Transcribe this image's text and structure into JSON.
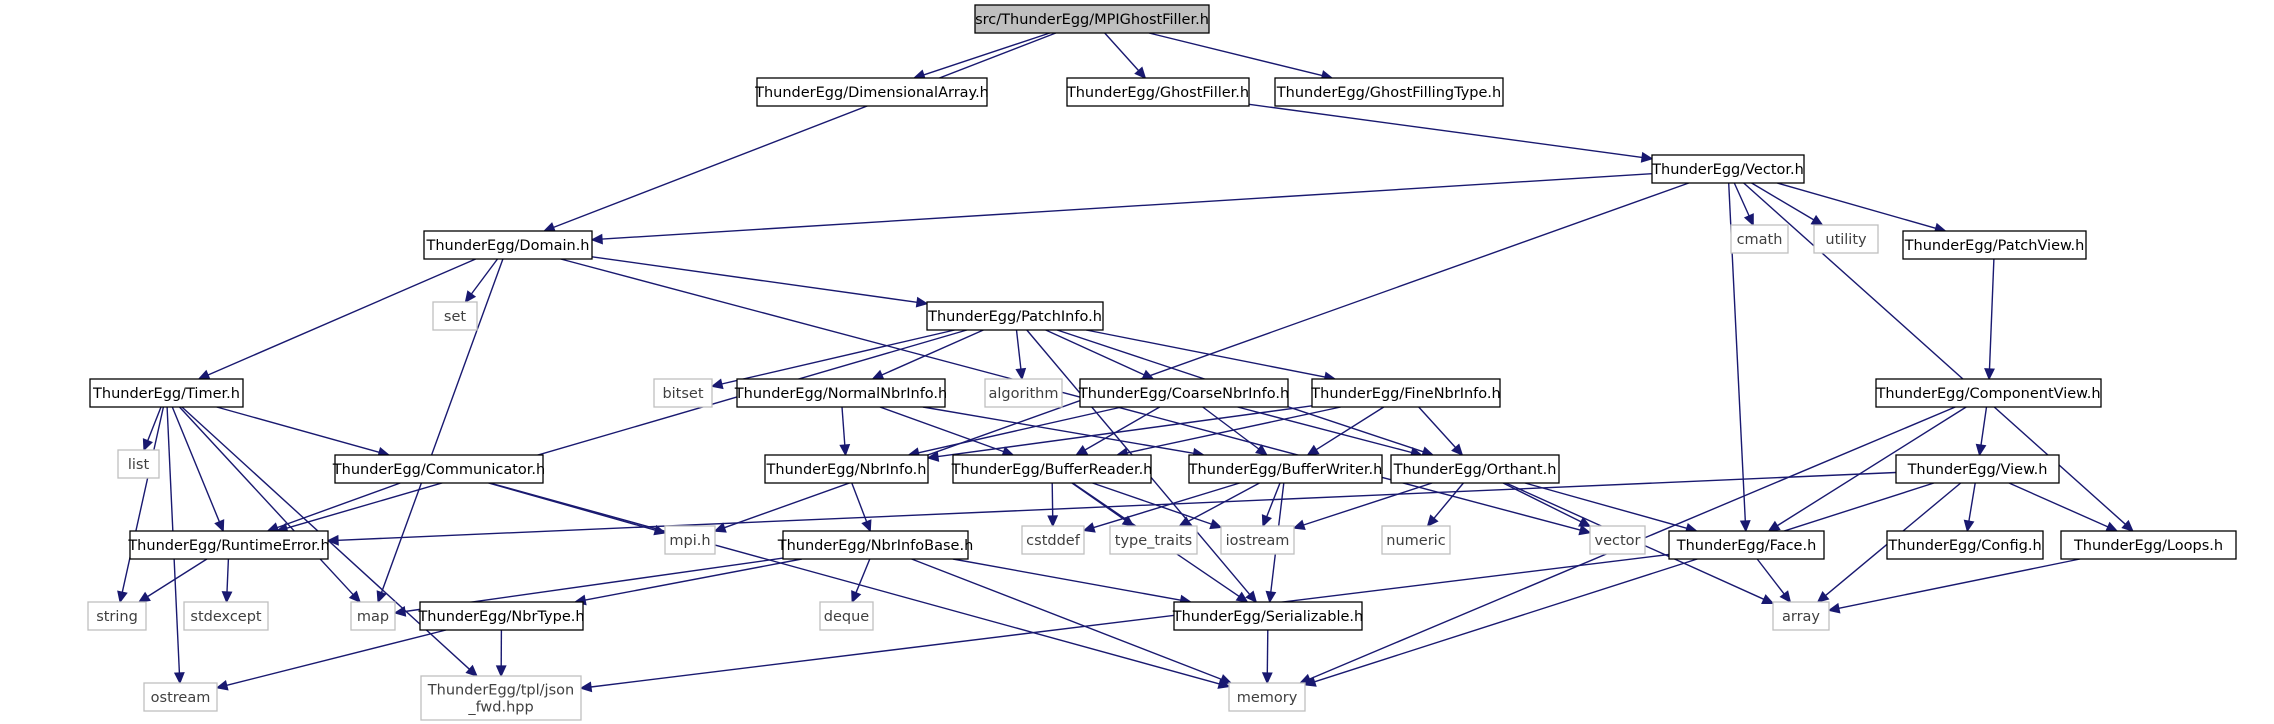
{
  "colors": {
    "edge": "#191970",
    "root_fill": "#bfbfbf",
    "external_border": "#bfbfbf",
    "node_border": "#000000"
  },
  "nodes": [
    {
      "id": "mpighost",
      "label": "src/ThunderEgg/MPIGhostFiller.h",
      "kind": "root"
    },
    {
      "id": "dimarray",
      "label": "ThunderEgg/DimensionalArray.h",
      "kind": "header"
    },
    {
      "id": "ghostfiller",
      "label": "ThunderEgg/GhostFiller.h",
      "kind": "header"
    },
    {
      "id": "ghostfilltype",
      "label": "ThunderEgg/GhostFillingType.h",
      "kind": "header"
    },
    {
      "id": "vector_h",
      "label": "ThunderEgg/Vector.h",
      "kind": "header"
    },
    {
      "id": "domain",
      "label": "ThunderEgg/Domain.h",
      "kind": "header"
    },
    {
      "id": "cmath",
      "label": "cmath",
      "kind": "external"
    },
    {
      "id": "utility",
      "label": "utility",
      "kind": "external"
    },
    {
      "id": "patchview",
      "label": "ThunderEgg/PatchView.h",
      "kind": "header"
    },
    {
      "id": "set",
      "label": "set",
      "kind": "external"
    },
    {
      "id": "patchinfo",
      "label": "ThunderEgg/PatchInfo.h",
      "kind": "header"
    },
    {
      "id": "timer",
      "label": "ThunderEgg/Timer.h",
      "kind": "header"
    },
    {
      "id": "bitset",
      "label": "bitset",
      "kind": "external"
    },
    {
      "id": "normalnbr",
      "label": "ThunderEgg/NormalNbrInfo.h",
      "kind": "header"
    },
    {
      "id": "algorithm",
      "label": "algorithm",
      "kind": "external"
    },
    {
      "id": "coarsenbr",
      "label": "ThunderEgg/CoarseNbrInfo.h",
      "kind": "header"
    },
    {
      "id": "finenbr",
      "label": "ThunderEgg/FineNbrInfo.h",
      "kind": "header"
    },
    {
      "id": "componentview",
      "label": "ThunderEgg/ComponentView.h",
      "kind": "header"
    },
    {
      "id": "list",
      "label": "list",
      "kind": "external"
    },
    {
      "id": "communicator",
      "label": "ThunderEgg/Communicator.h",
      "kind": "header"
    },
    {
      "id": "nbrinfo",
      "label": "ThunderEgg/NbrInfo.h",
      "kind": "header"
    },
    {
      "id": "bufreader",
      "label": "ThunderEgg/BufferReader.h",
      "kind": "header"
    },
    {
      "id": "bufwriter",
      "label": "ThunderEgg/BufferWriter.h",
      "kind": "header"
    },
    {
      "id": "orthant",
      "label": "ThunderEgg/Orthant.h",
      "kind": "header"
    },
    {
      "id": "view",
      "label": "ThunderEgg/View.h",
      "kind": "header"
    },
    {
      "id": "runtimeerror",
      "label": "ThunderEgg/RuntimeError.h",
      "kind": "header"
    },
    {
      "id": "mpi",
      "label": "mpi.h",
      "kind": "external"
    },
    {
      "id": "nbrinfobase",
      "label": "ThunderEgg/NbrInfoBase.h",
      "kind": "header"
    },
    {
      "id": "cstddef",
      "label": "cstddef",
      "kind": "external"
    },
    {
      "id": "typetraits",
      "label": "type_traits",
      "kind": "external"
    },
    {
      "id": "iostream",
      "label": "iostream",
      "kind": "external"
    },
    {
      "id": "numeric",
      "label": "numeric",
      "kind": "external"
    },
    {
      "id": "vector_std",
      "label": "vector",
      "kind": "external"
    },
    {
      "id": "face",
      "label": "ThunderEgg/Face.h",
      "kind": "header"
    },
    {
      "id": "config",
      "label": "ThunderEgg/Config.h",
      "kind": "header"
    },
    {
      "id": "loops",
      "label": "ThunderEgg/Loops.h",
      "kind": "header"
    },
    {
      "id": "string",
      "label": "string",
      "kind": "external"
    },
    {
      "id": "stdexcept",
      "label": "stdexcept",
      "kind": "external"
    },
    {
      "id": "map",
      "label": "map",
      "kind": "external"
    },
    {
      "id": "nbrtype",
      "label": "ThunderEgg/NbrType.h",
      "kind": "header"
    },
    {
      "id": "deque",
      "label": "deque",
      "kind": "external"
    },
    {
      "id": "serializable",
      "label": "ThunderEgg/Serializable.h",
      "kind": "header"
    },
    {
      "id": "array",
      "label": "array",
      "kind": "external"
    },
    {
      "id": "ostream",
      "label": "ostream",
      "kind": "external"
    },
    {
      "id": "jsonfwd",
      "label": "ThunderEgg/tpl/json\n_fwd.hpp",
      "kind": "external"
    },
    {
      "id": "memory",
      "label": "memory",
      "kind": "external"
    }
  ],
  "edges": [
    [
      "mpighost",
      "dimarray"
    ],
    [
      "mpighost",
      "ghostfiller"
    ],
    [
      "mpighost",
      "ghostfilltype"
    ],
    [
      "mpighost",
      "domain"
    ],
    [
      "ghostfiller",
      "vector_h"
    ],
    [
      "vector_h",
      "domain"
    ],
    [
      "vector_h",
      "cmath"
    ],
    [
      "vector_h",
      "utility"
    ],
    [
      "vector_h",
      "patchview"
    ],
    [
      "vector_h",
      "mpi"
    ],
    [
      "vector_h",
      "face"
    ],
    [
      "vector_h",
      "loops"
    ],
    [
      "domain",
      "set"
    ],
    [
      "domain",
      "patchinfo"
    ],
    [
      "domain",
      "timer"
    ],
    [
      "domain",
      "map"
    ],
    [
      "domain",
      "vector_std"
    ],
    [
      "patchinfo",
      "bitset"
    ],
    [
      "patchinfo",
      "normalnbr"
    ],
    [
      "patchinfo",
      "algorithm"
    ],
    [
      "patchinfo",
      "coarsenbr"
    ],
    [
      "patchinfo",
      "finenbr"
    ],
    [
      "patchinfo",
      "orthant"
    ],
    [
      "patchinfo",
      "runtimeerror"
    ],
    [
      "patchinfo",
      "serializable"
    ],
    [
      "timer",
      "list"
    ],
    [
      "timer",
      "communicator"
    ],
    [
      "timer",
      "runtimeerror"
    ],
    [
      "timer",
      "string"
    ],
    [
      "timer",
      "map"
    ],
    [
      "timer",
      "ostream"
    ],
    [
      "timer",
      "jsonfwd"
    ],
    [
      "normalnbr",
      "nbrinfo"
    ],
    [
      "normalnbr",
      "bufreader"
    ],
    [
      "normalnbr",
      "bufwriter"
    ],
    [
      "coarsenbr",
      "nbrinfo"
    ],
    [
      "coarsenbr",
      "bufreader"
    ],
    [
      "coarsenbr",
      "bufwriter"
    ],
    [
      "coarsenbr",
      "orthant"
    ],
    [
      "finenbr",
      "nbrinfo"
    ],
    [
      "finenbr",
      "bufreader"
    ],
    [
      "finenbr",
      "bufwriter"
    ],
    [
      "finenbr",
      "orthant"
    ],
    [
      "patchview",
      "componentview"
    ],
    [
      "componentview",
      "view"
    ],
    [
      "componentview",
      "face"
    ],
    [
      "componentview",
      "memory"
    ],
    [
      "communicator",
      "runtimeerror"
    ],
    [
      "communicator",
      "mpi"
    ],
    [
      "communicator",
      "memory"
    ],
    [
      "nbrinfo",
      "nbrinfobase"
    ],
    [
      "bufreader",
      "cstddef"
    ],
    [
      "bufreader",
      "typetraits"
    ],
    [
      "bufreader",
      "iostream"
    ],
    [
      "bufreader",
      "serializable"
    ],
    [
      "bufwriter",
      "cstddef"
    ],
    [
      "bufwriter",
      "typetraits"
    ],
    [
      "bufwriter",
      "iostream"
    ],
    [
      "bufwriter",
      "serializable"
    ],
    [
      "orthant",
      "iostream"
    ],
    [
      "orthant",
      "numeric"
    ],
    [
      "orthant",
      "vector_std"
    ],
    [
      "orthant",
      "face"
    ],
    [
      "orthant",
      "array"
    ],
    [
      "view",
      "runtimeerror"
    ],
    [
      "view",
      "config"
    ],
    [
      "view",
      "loops"
    ],
    [
      "view",
      "array"
    ],
    [
      "view",
      "memory"
    ],
    [
      "runtimeerror",
      "string"
    ],
    [
      "runtimeerror",
      "stdexcept"
    ],
    [
      "nbrinfobase",
      "map"
    ],
    [
      "nbrinfobase",
      "nbrtype"
    ],
    [
      "nbrinfobase",
      "deque"
    ],
    [
      "nbrinfobase",
      "serializable"
    ],
    [
      "nbrinfobase",
      "memory"
    ],
    [
      "face",
      "array"
    ],
    [
      "face",
      "jsonfwd"
    ],
    [
      "loops",
      "array"
    ],
    [
      "nbrtype",
      "ostream"
    ],
    [
      "nbrtype",
      "jsonfwd"
    ],
    [
      "serializable",
      "memory"
    ]
  ]
}
